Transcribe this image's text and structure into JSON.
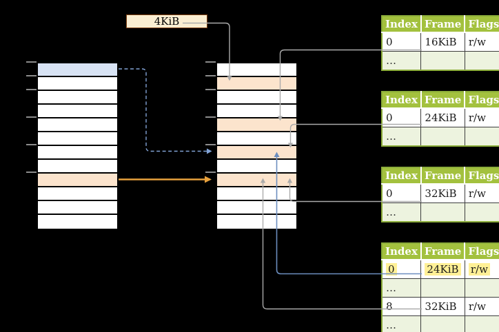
{
  "diagram": {
    "page_size_label": "4KiB",
    "virtual_memory_column": {
      "rows": 12,
      "highlighted_blue_row_index": 0,
      "highlighted_orange_row_index": 8
    },
    "physical_memory_column": {
      "rows": 12,
      "highlighted_orange_row_indices": [
        1,
        4,
        6,
        8
      ]
    }
  },
  "page_tables": [
    {
      "name": "page-table-1",
      "headers": [
        "Index",
        "Frame",
        "Flags"
      ],
      "rows": [
        [
          "0",
          "16KiB",
          "r/w"
        ],
        [
          "…",
          "",
          ""
        ]
      ],
      "highlighted_row_index": null
    },
    {
      "name": "page-table-2",
      "headers": [
        "Index",
        "Frame",
        "Flags"
      ],
      "rows": [
        [
          "0",
          "24KiB",
          "r/w"
        ],
        [
          "…",
          "",
          ""
        ]
      ],
      "highlighted_row_index": null
    },
    {
      "name": "page-table-3",
      "headers": [
        "Index",
        "Frame",
        "Flags"
      ],
      "rows": [
        [
          "0",
          "32KiB",
          "r/w"
        ],
        [
          "…",
          "",
          ""
        ]
      ],
      "highlighted_row_index": null
    },
    {
      "name": "page-table-4",
      "headers": [
        "Index",
        "Frame",
        "Flags"
      ],
      "rows": [
        [
          "0",
          "24KiB",
          "r/w"
        ],
        [
          "…",
          "",
          ""
        ],
        [
          "8",
          "32KiB",
          "r/w"
        ],
        [
          "…",
          "",
          ""
        ]
      ],
      "highlighted_row_index": 0
    }
  ],
  "colors": {
    "background": "#000000",
    "header_green": "#A3C13E",
    "pale_green": "#EDF3DF",
    "table_border_green": "#8CAD3A",
    "cell_border": "#3C3C3C",
    "orange_row": "#FCE4CD",
    "blue_row": "#D8E3F4",
    "label_box_fill": "#FBEED2",
    "label_box_border": "#7F3F10",
    "highlight_yellow": "#FFF096",
    "arrow_gray": "#ABABAB",
    "arrow_orange": "#E8A13C",
    "arrow_blue": "#6C8EBF",
    "arrow_blue_dashed": "#82A3D6",
    "tick_gray": "#8C8C8C",
    "header_text": "#FFFFFF",
    "cell_text": "#1A1A1A"
  }
}
